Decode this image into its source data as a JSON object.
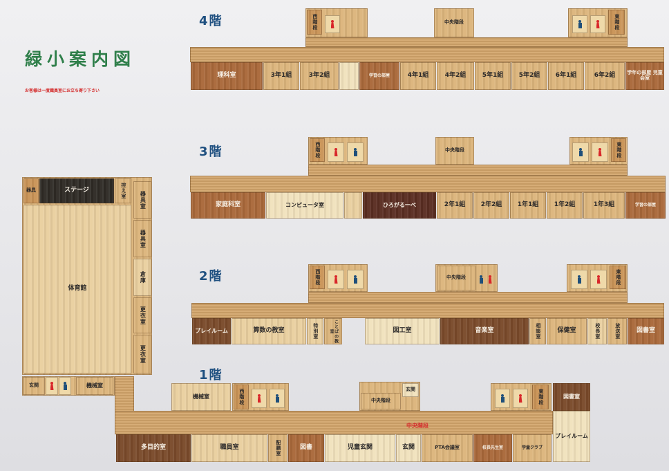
{
  "title": "緑小案内図",
  "notice": "お客様は一度職員室にお立ち寄り下さい",
  "floors": {
    "f4": {
      "label": "4階",
      "rooms": [
        "理科室",
        "3年1組",
        "3年2組",
        "",
        "学習の部屋",
        "4年1組",
        "4年2組",
        "5年1組",
        "5年2組",
        "6年1組",
        "6年2組",
        "学年の部屋 児童会室"
      ],
      "stairs": {
        "west": "西階段",
        "center": "中央階段",
        "east": "東階段"
      }
    },
    "f3": {
      "label": "3階",
      "rooms": [
        "家庭科室",
        "コンピュータ室",
        "",
        "ひろがる一べ",
        "2年1組",
        "2年2組",
        "1年1組",
        "1年2組",
        "1年3組",
        "学習の部屋"
      ],
      "stairs": {
        "west": "西階段",
        "center": "中央階段",
        "east": "東階段"
      }
    },
    "f2": {
      "label": "2階",
      "rooms": [
        "プレイルーム",
        "算数の教室",
        "特別室",
        "ことばの教室",
        "図工室",
        "音楽室",
        "相談室",
        "保健室",
        "校長室",
        "放送室",
        "図書室"
      ],
      "stairs": {
        "west": "西階段",
        "center": "中央階段",
        "east": "東階段"
      }
    },
    "f1": {
      "label": "1階",
      "rooms": [
        "多目的室",
        "職員室",
        "配膳室",
        "図書",
        "児童玄関",
        "玄関",
        "PTA会議室",
        "校長先生室",
        "学童クラブ",
        "プレイルーム"
      ],
      "annex": [
        "機械室",
        "西階段",
        "玄関",
        "東階段",
        "図書室"
      ],
      "center_label": "中央階段"
    }
  },
  "gym": {
    "hall": "体育館",
    "stage": "ステージ",
    "side_top": "器具",
    "side_top_right": "控え室",
    "right_rooms": [
      "器具室",
      "器具室",
      "倉庫",
      "更衣室",
      "更衣室"
    ],
    "bottom": [
      "玄関",
      "機械室"
    ]
  },
  "toilet_icons": [
    "male-icon",
    "female-icon"
  ],
  "colors": {
    "title": "#2f7f4a",
    "floor_label": "#1f5080",
    "notice": "#d42c2c"
  }
}
